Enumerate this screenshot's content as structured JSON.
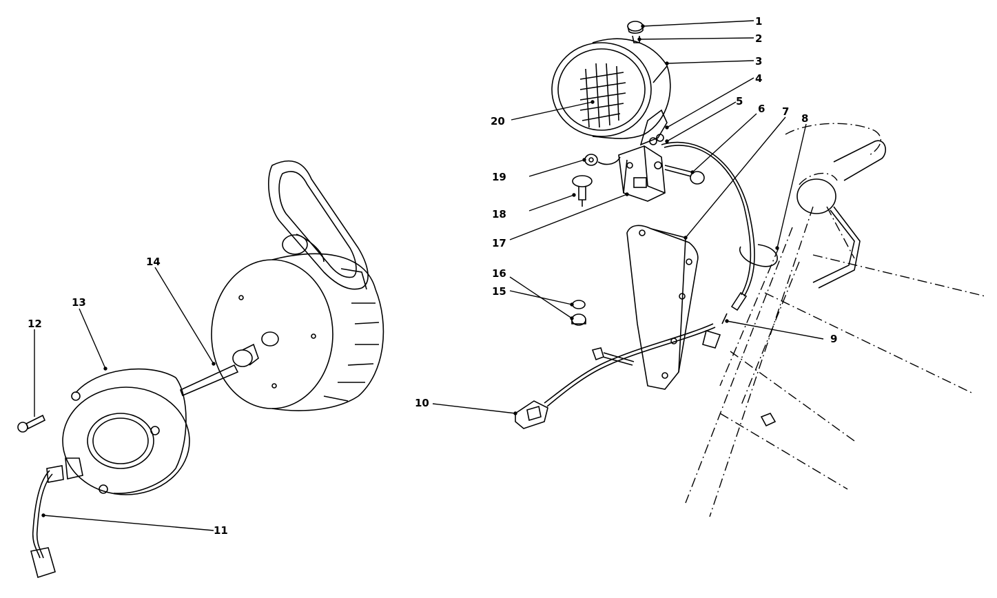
{
  "diagram": {
    "callouts": [
      {
        "id": "1",
        "label": "1"
      },
      {
        "id": "2",
        "label": "2"
      },
      {
        "id": "3",
        "label": "3"
      },
      {
        "id": "4",
        "label": "4"
      },
      {
        "id": "5",
        "label": "5"
      },
      {
        "id": "6",
        "label": "6"
      },
      {
        "id": "7",
        "label": "7"
      },
      {
        "id": "8",
        "label": "8"
      },
      {
        "id": "9",
        "label": "9"
      },
      {
        "id": "10",
        "label": "10"
      },
      {
        "id": "11",
        "label": "11"
      },
      {
        "id": "12",
        "label": "12"
      },
      {
        "id": "13",
        "label": "13"
      },
      {
        "id": "14",
        "label": "14"
      },
      {
        "id": "15",
        "label": "15"
      },
      {
        "id": "16",
        "label": "16"
      },
      {
        "id": "17",
        "label": "17"
      },
      {
        "id": "18",
        "label": "18"
      },
      {
        "id": "19",
        "label": "19"
      },
      {
        "id": "20",
        "label": "20"
      }
    ],
    "line_color": "#000000",
    "background": "#ffffff"
  }
}
